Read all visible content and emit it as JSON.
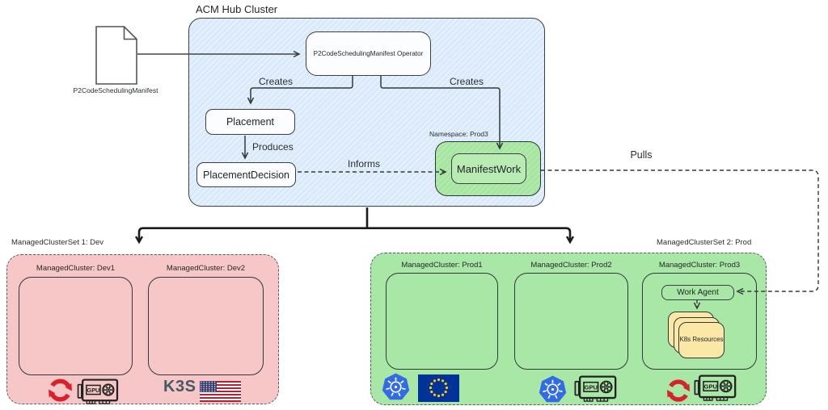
{
  "colors": {
    "hub_fill": "#dbeafb",
    "hub_border": "#3a4045",
    "box_fill": "#fcfdff",
    "line": "#33383d",
    "namespace_fill": "#a6e6a1",
    "manifestwork_fill": "#b9ecb3",
    "dev_fill": "#f7c6c6",
    "prod_fill": "#a9e7a6",
    "resource_fill": "#fbe8a6",
    "k8s_blue": "#326ce5",
    "openshift_red": "#d7222d",
    "eu_blue": "#003399",
    "eu_star": "#ffcc00",
    "us_red": "#b22234",
    "us_blue": "#3c3b6e",
    "k3s_color": "#455a64"
  },
  "hub": {
    "title": "ACM Hub Cluster",
    "operator_label": "P2CodeSchedulingManifest Operator",
    "creates_left_label": "Creates",
    "creates_right_label": "Creates",
    "placement_label": "Placement",
    "produces_label": "Produces",
    "placement_decision_label": "PlacementDecision",
    "informs_label": "Informs",
    "namespace_label": "Namespace: Prod3",
    "manifestwork_label": "ManifestWork",
    "pulls_label": "Pulls"
  },
  "manifest_file": {
    "label": "P2CodeSchedulingManifest"
  },
  "cluster_set_dev": {
    "label": "ManagedClusterSet 1: Dev",
    "clusters": [
      {
        "label": "ManagedCluster: Dev1"
      },
      {
        "label": "ManagedCluster: Dev2"
      }
    ],
    "k3s_label": "K3S"
  },
  "cluster_set_prod": {
    "label": "ManagedClusterSet 2: Prod",
    "clusters": [
      {
        "label": "ManagedCluster: Prod1"
      },
      {
        "label": "ManagedCluster: Prod2"
      },
      {
        "label": "ManagedCluster: Prod3"
      }
    ],
    "work_agent_label": "Work Agent",
    "k8s_resources_label": "K8s Resources"
  },
  "icons": {
    "gpu_label": "GPU",
    "document": "manifest-document-icon",
    "openshift": "openshift-logo-icon",
    "kubernetes": "kubernetes-logo-icon",
    "eu_flag": "eu-flag-icon",
    "us_flag": "us-flag-icon"
  }
}
